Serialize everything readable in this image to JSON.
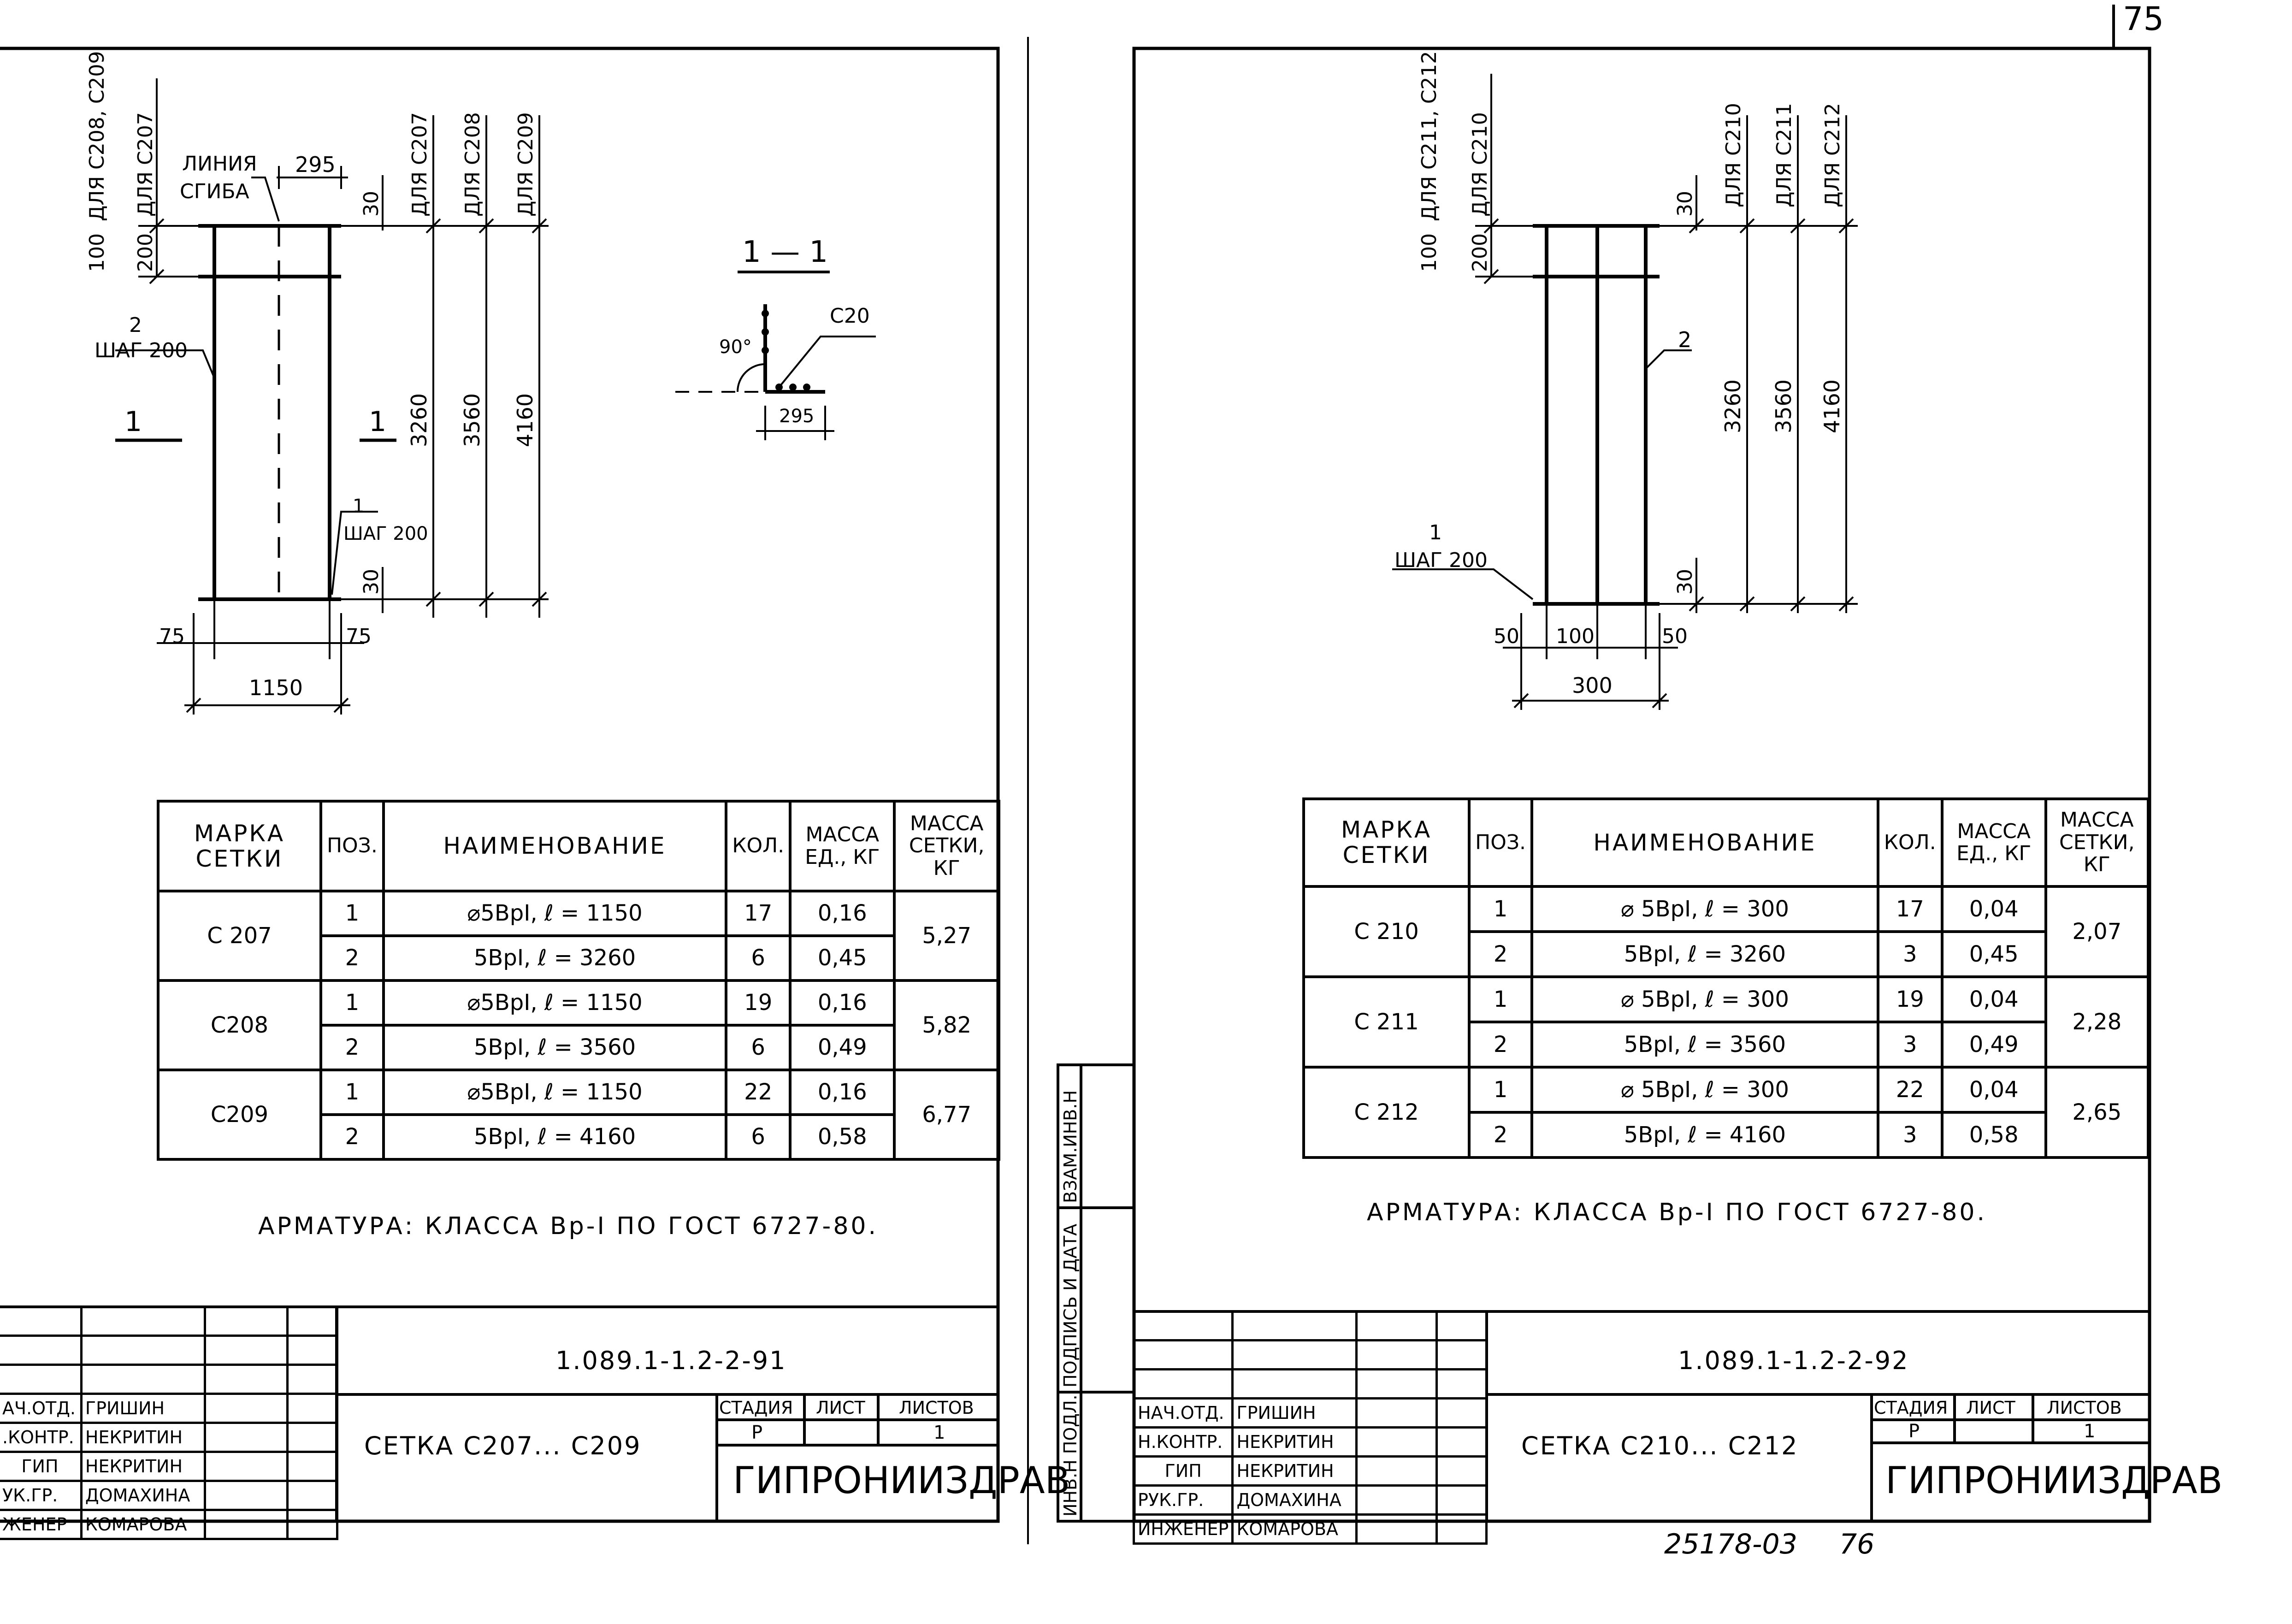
{
  "page_number": "75",
  "stamp_bottom": "25178-03",
  "stamp_bottom_page": "76",
  "side_strip": [
    "ИНВ.Н ПОДЛ.",
    "ПОДПИСЬ И ДАТА",
    "ВЗАМ.ИНВ.Н"
  ],
  "left": {
    "dims": {
      "d100": "100",
      "for_c208_c209": "ДЛЯ С208, С209",
      "d200": "200",
      "for_c207": "ДЛЯ С207",
      "bend_line_1": "ЛИНИЯ",
      "bend_line_2": "СГИБА",
      "d295": "295",
      "d30_top": "30",
      "for_c207_b": "ДЛЯ С207",
      "for_c208": "ДЛЯ С208",
      "for_c209": "ДЛЯ С209",
      "pos2": "2",
      "step2": "ШАГ 200",
      "sect_mark_l": "1",
      "sect_mark_r": "1",
      "pos1": "1",
      "step1": "ШАГ 200",
      "d30_bottom": "30",
      "d3260": "3260",
      "d3560": "3560",
      "d4160": "4160",
      "d75_l": "75",
      "d75_r": "75",
      "d1150": "1150"
    },
    "section": {
      "title": "1 — 1",
      "angle": "90°",
      "bar": "С20",
      "d295": "295"
    },
    "table": {
      "headers": [
        "МАРКА СЕТКИ",
        "ПОЗ.",
        "НАИМЕНОВАНИЕ",
        "КОЛ.",
        "МАССА ЕД., КГ",
        "МАССА СЕТКИ, КГ"
      ],
      "groups": [
        {
          "mark": "С 207",
          "mass": "5,27",
          "rows": [
            {
              "pos": "1",
              "name": "⌀5ВрI,   ℓ = 1150",
              "qty": "17",
              "unit": "0,16"
            },
            {
              "pos": "2",
              "name": "5ВрI,   ℓ = 3260",
              "qty": "6",
              "unit": "0,45"
            }
          ]
        },
        {
          "mark": "С208",
          "mass": "5,82",
          "rows": [
            {
              "pos": "1",
              "name": "⌀5ВрI,   ℓ = 1150",
              "qty": "19",
              "unit": "0,16"
            },
            {
              "pos": "2",
              "name": "5ВрI,   ℓ = 3560",
              "qty": "6",
              "unit": "0,49"
            }
          ]
        },
        {
          "mark": "С209",
          "mass": "6,77",
          "rows": [
            {
              "pos": "1",
              "name": "⌀5ВрI,   ℓ = 1150",
              "qty": "22",
              "unit": "0,16"
            },
            {
              "pos": "2",
              "name": "5ВрI,   ℓ = 4160",
              "qty": "6",
              "unit": "0,58"
            }
          ]
        }
      ]
    },
    "note": "АРМАТУРА:  КЛАССА    Вр-I  ПО  ГОСТ 6727-80.",
    "title_block": {
      "code": "1.089.1-1.2-2-91",
      "name": "СЕТКА  С207...  С209",
      "stage_h": "СТАДИЯ",
      "sheet_h": "ЛИСТ",
      "sheets_h": "ЛИСТОВ",
      "stage": "Р",
      "sheets": "1",
      "org": "ГИПРОНИИЗДРАВ",
      "roles": [
        "АЧ.ОТД.",
        ".КОНТР.",
        "ГИП",
        "УК.ГР.",
        "ЖЕНЕР"
      ],
      "names": [
        "ГРИШИН",
        "НЕКРИТИН",
        "НЕКРИТИН",
        "ДОМАХИНА",
        "КОМАРОВА"
      ]
    }
  },
  "right": {
    "dims": {
      "d100": "100",
      "for_c211_c212": "ДЛЯ С211, С212",
      "d200": "200",
      "for_c210": "ДЛЯ С210",
      "d30_top": "30",
      "for_c210_b": "ДЛЯ С210",
      "for_c211": "ДЛЯ С211",
      "for_c212": "ДЛЯ С212",
      "pos2": "2",
      "pos1": "1",
      "step1": "ШАГ 200",
      "d30_bottom": "30",
      "d3260": "3260",
      "d3560": "3560",
      "d4160": "4160",
      "d50_l": "50",
      "d100_b": "100",
      "d50_r": "50",
      "d300": "300"
    },
    "table": {
      "headers": [
        "МАРКА СЕТКИ",
        "ПОЗ.",
        "НАИМЕНОВАНИЕ",
        "КОЛ.",
        "МАССА ЕД., КГ",
        "МАССА СЕТКИ, КГ"
      ],
      "groups": [
        {
          "mark": "С 210",
          "mass": "2,07",
          "rows": [
            {
              "pos": "1",
              "name": "⌀ 5ВрI,  ℓ = 300",
              "qty": "17",
              "unit": "0,04"
            },
            {
              "pos": "2",
              "name": "5ВрI,  ℓ = 3260",
              "qty": "3",
              "unit": "0,45"
            }
          ]
        },
        {
          "mark": "С 211",
          "mass": "2,28",
          "rows": [
            {
              "pos": "1",
              "name": "⌀ 5ВрI,  ℓ = 300",
              "qty": "19",
              "unit": "0,04"
            },
            {
              "pos": "2",
              "name": "5ВрI,  ℓ = 3560",
              "qty": "3",
              "unit": "0,49"
            }
          ]
        },
        {
          "mark": "С 212",
          "mass": "2,65",
          "rows": [
            {
              "pos": "1",
              "name": "⌀ 5ВрI,  ℓ = 300",
              "qty": "22",
              "unit": "0,04"
            },
            {
              "pos": "2",
              "name": "5ВрI,  ℓ = 4160",
              "qty": "3",
              "unit": "0,58"
            }
          ]
        }
      ]
    },
    "note": "АРМАТУРА:  КЛАССА  Вр-I  ПО  ГОСТ 6727-80.",
    "title_block": {
      "code": "1.089.1-1.2-2-92",
      "name": "СЕТКА  С210...  С212",
      "stage_h": "СТАДИЯ",
      "sheet_h": "ЛИСТ",
      "sheets_h": "ЛИСТОВ",
      "stage": "Р",
      "sheets": "1",
      "org": "ГИПРОНИИЗДРАВ",
      "roles": [
        "НАЧ.ОТД.",
        "Н.КОНТР.",
        "ГИП",
        "РУК.ГР.",
        "ИНЖЕНЕР"
      ],
      "names": [
        "ГРИШИН",
        "НЕКРИТИН",
        "НЕКРИТИН",
        "ДОМАХИНА",
        "КОМАРОВА"
      ]
    }
  }
}
